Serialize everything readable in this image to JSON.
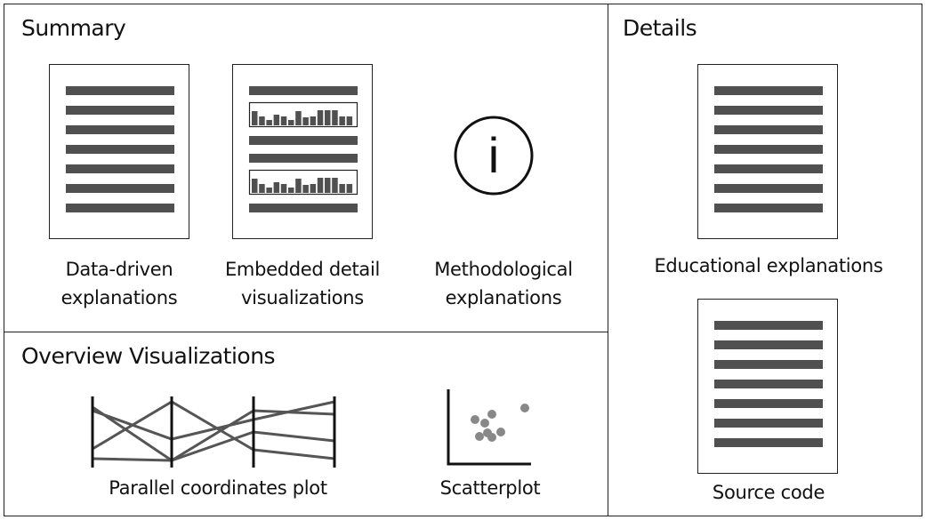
{
  "summary": {
    "title": "Summary",
    "items": [
      {
        "label_line1": "Data-driven",
        "label_line2": "explanations",
        "icon": "text-document-icon"
      },
      {
        "label_line1": "Embedded detail",
        "label_line2": "visualizations",
        "icon": "document-with-sparklines-icon"
      },
      {
        "label_line1": "Methodological",
        "label_line2": "explanations",
        "icon": "info-icon"
      }
    ],
    "info_glyph": "i"
  },
  "overview": {
    "title": "Overview Visualizations",
    "items": [
      {
        "label": "Parallel coordinates plot",
        "icon": "parallel-coordinates-icon"
      },
      {
        "label": "Scatterplot",
        "icon": "scatterplot-icon"
      }
    ]
  },
  "details": {
    "title": "Details",
    "items": [
      {
        "label": "Educational explanations",
        "icon": "text-document-icon"
      },
      {
        "label": "Source code",
        "icon": "text-document-icon"
      }
    ]
  },
  "colors": {
    "border": "#222222",
    "bar": "#505050",
    "dot": "#888888"
  }
}
